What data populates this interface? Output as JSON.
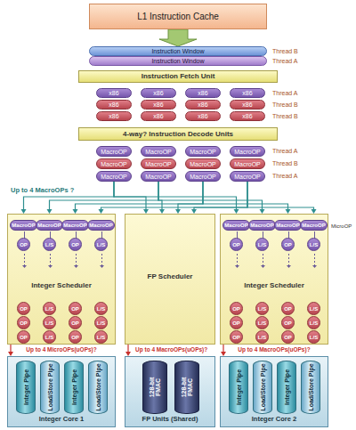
{
  "diagram": {
    "nodes": [
      {
        "text": [
          "L1 Instruction Cache"
        ]
      },
      {
        "text": [
          "Instruction Window"
        ]
      },
      {
        "text": [
          "Instruction Window"
        ]
      },
      {
        "text": [
          "Instruction Fetch Unit"
        ]
      },
      {
        "text": [
          "x86"
        ]
      },
      {
        "text": [
          "x86"
        ]
      },
      {
        "text": [
          "x86"
        ]
      },
      {
        "text": [
          "x86"
        ]
      },
      {
        "text": [
          "x86"
        ]
      },
      {
        "text": [
          "x86"
        ]
      },
      {
        "text": [
          "x86"
        ]
      },
      {
        "text": [
          "x86"
        ]
      },
      {
        "text": [
          "x86"
        ]
      },
      {
        "text": [
          "x86"
        ]
      },
      {
        "text": [
          "x86"
        ]
      },
      {
        "text": [
          "x86"
        ]
      },
      {
        "text": [
          "4-way? Instruction Decode Units"
        ]
      },
      {
        "text": [
          "MacroOP"
        ]
      },
      {
        "text": [
          "MacroOP"
        ]
      },
      {
        "text": [
          "MacroOP"
        ]
      },
      {
        "text": [
          "MacroOP"
        ]
      },
      {
        "text": [
          "MacroOP"
        ]
      },
      {
        "text": [
          "MacroOP"
        ]
      },
      {
        "text": [
          "MacroOP"
        ]
      },
      {
        "text": [
          "MacroOP"
        ]
      },
      {
        "text": [
          "MacroOP"
        ]
      },
      {
        "text": [
          "MacroOP"
        ]
      },
      {
        "text": [
          "MacroOP"
        ]
      },
      {
        "text": [
          "MacroOP"
        ]
      },
      {
        "text": [
          "Integer Scheduler"
        ]
      },
      {
        "text": [
          "MacroOP"
        ],
        "in": 29
      },
      {
        "text": [
          "MacroOP"
        ],
        "in": 29
      },
      {
        "text": [
          "MacroOP"
        ],
        "in": 29
      },
      {
        "text": [
          "MacroOP"
        ],
        "in": 29
      },
      {
        "text": [
          "OP"
        ],
        "in": 29
      },
      {
        "text": [
          "L/S"
        ],
        "in": 29
      },
      {
        "text": [
          "OP"
        ],
        "in": 29
      },
      {
        "text": [
          "L/S"
        ],
        "in": 29
      },
      {
        "text": [
          "OP"
        ],
        "in": 29
      },
      {
        "text": [
          "L/S"
        ],
        "in": 29
      },
      {
        "text": [
          "OP"
        ],
        "in": 29
      },
      {
        "text": [
          "L/S"
        ],
        "in": 29
      },
      {
        "text": [
          "OP"
        ],
        "in": 29
      },
      {
        "text": [
          "L/S"
        ],
        "in": 29
      },
      {
        "text": [
          "OP"
        ],
        "in": 29
      },
      {
        "text": [
          "L/S"
        ],
        "in": 29
      },
      {
        "text": [
          "OP"
        ],
        "in": 29
      },
      {
        "text": [
          "L/S"
        ],
        "in": 29
      },
      {
        "text": [
          "OP"
        ],
        "in": 29
      },
      {
        "text": [
          "L/S"
        ],
        "in": 29
      },
      {
        "text": [
          "FP Scheduler"
        ]
      },
      {
        "text": [
          "Integer Scheduler"
        ]
      },
      {
        "text": [
          "MacroOP"
        ],
        "in": 51
      },
      {
        "text": [
          "MacroOP"
        ],
        "in": 51
      },
      {
        "text": [
          "MacroOP"
        ],
        "in": 51
      },
      {
        "text": [
          "MacroOP"
        ],
        "in": 51
      },
      {
        "text": [
          "OP"
        ],
        "in": 51
      },
      {
        "text": [
          "L/S"
        ],
        "in": 51
      },
      {
        "text": [
          "OP"
        ],
        "in": 51
      },
      {
        "text": [
          "L/S"
        ],
        "in": 51
      },
      {
        "text": [
          "OP"
        ],
        "in": 51
      },
      {
        "text": [
          "L/S"
        ],
        "in": 51
      },
      {
        "text": [
          "OP"
        ],
        "in": 51
      },
      {
        "text": [
          "L/S"
        ],
        "in": 51
      },
      {
        "text": [
          "OP"
        ],
        "in": 51
      },
      {
        "text": [
          "L/S"
        ],
        "in": 51
      },
      {
        "text": [
          "OP"
        ],
        "in": 51
      },
      {
        "text": [
          "L/S"
        ],
        "in": 51
      },
      {
        "text": [
          "OP"
        ],
        "in": 51
      },
      {
        "text": [
          "L/S"
        ],
        "in": 51
      },
      {
        "text": [
          "OP"
        ],
        "in": 51
      },
      {
        "text": [
          "L/S"
        ],
        "in": 51
      },
      {
        "text": [
          "Integer Core 1"
        ]
      },
      {
        "text": [
          "Integer Pipe"
        ],
        "in": 72
      },
      {
        "text": [
          "Load/Store Pipe"
        ],
        "in": 72
      },
      {
        "text": [
          "Integer Pipe"
        ],
        "in": 72
      },
      {
        "text": [
          "Load/Store Pipe"
        ],
        "in": 72
      },
      {
        "text": [
          "FP Units (Shared)"
        ]
      },
      {
        "text": [
          "128-bit FMAC"
        ],
        "in": 77
      },
      {
        "text": [
          "128-bit FMAC"
        ],
        "in": 77
      },
      {
        "text": [
          "Integer Core 2"
        ]
      },
      {
        "text": [
          "Integer Pipe"
        ],
        "in": 80
      },
      {
        "text": [
          "Load/Store Pipe"
        ],
        "in": 80
      },
      {
        "text": [
          "Integer Pipe"
        ],
        "in": 80
      },
      {
        "text": [
          "Load/Store Pipe"
        ],
        "in": 80
      }
    ],
    "edges": [
      {
        "from": 0,
        "to": 1,
        "arrow": "to"
      },
      {
        "from": 25,
        "to": 29,
        "arrow": "to"
      },
      {
        "from": 25,
        "to": 50,
        "arrow": "to"
      },
      {
        "from": 25,
        "to": 51,
        "arrow": "to"
      },
      {
        "from": 26,
        "to": 29,
        "arrow": "to"
      },
      {
        "from": 26,
        "to": 50,
        "arrow": "to"
      },
      {
        "from": 26,
        "to": 51,
        "arrow": "to"
      },
      {
        "from": 27,
        "to": 29,
        "arrow": "to"
      },
      {
        "from": 27,
        "to": 50,
        "arrow": "to"
      },
      {
        "from": 27,
        "to": 51,
        "arrow": "to"
      },
      {
        "from": 28,
        "to": 29,
        "arrow": "to"
      },
      {
        "from": 28,
        "to": 50,
        "arrow": "to"
      },
      {
        "from": 28,
        "to": 51,
        "arrow": "to"
      },
      {
        "from": 29,
        "to": 72,
        "label": "Up to 4 MicroOPs(uOPs)?",
        "arrow": "to"
      },
      {
        "from": 50,
        "to": 77,
        "label": "Up to 4 MacroOPs(uOPs)?",
        "arrow": "to"
      },
      {
        "from": 51,
        "to": 80,
        "label": "Up to 4 MacroOPs(uOPs)?",
        "arrow": "to"
      }
    ],
    "labels": [
      "Thread B",
      "Thread A",
      "Thread A",
      "Thread B",
      "Thread B",
      "Thread A",
      "Thread B",
      "Thread A",
      "Up to 4 MacroOPs ?",
      "MicroOP"
    ]
  }
}
